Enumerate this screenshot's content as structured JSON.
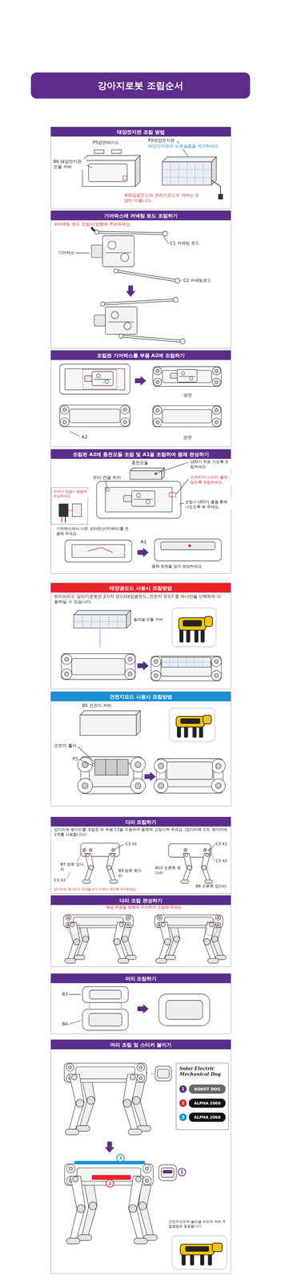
{
  "diagram": {
    "title": "강아지로봇 조립순서",
    "nodes": [
      {
        "text": [
          "태양전지판 조립 방법"
        ]
      },
      {
        "text": [
          "기어박스에 커넥팅 로드 조립하기"
        ]
      },
      {
        "text": [
          "조립된 기어박스를 부품 A2에 조립하기"
        ]
      },
      {
        "text": [
          "조립된 A2에 충전모듈 조립 및 A1을 조립하여 몸체 완성하기"
        ]
      },
      {
        "text": [
          "태양광모드 사용시 조립방법"
        ]
      },
      {
        "text": [
          "건전지모드 사용시 조립방법"
        ]
      },
      {
        "text": [
          "다리 조립하기"
        ]
      },
      {
        "text": [
          "다리 조립 완성하기"
        ]
      },
      {
        "text": [
          "머리 조립하기"
        ]
      },
      {
        "text": [
          "머리 조립 및 스티커 붙이기"
        ]
      },
      {
        "text": [
          "Solar Electric Mechanical Dog"
        ],
        "in": 9
      },
      {
        "text": [
          "1"
        ],
        "in": 10
      },
      {
        "text": [
          "ROBOT DOG"
        ],
        "in": 10
      },
      {
        "text": [
          "2"
        ],
        "in": 10
      },
      {
        "text": [
          "ALPHA 2060"
        ],
        "in": 10
      },
      {
        "text": [
          "3"
        ],
        "in": 10
      },
      {
        "text": [
          "ALPHA 2060"
        ],
        "in": 10
      },
      {
        "text": [
          "3"
        ],
        "in": 9
      },
      {
        "text": [
          "2"
        ],
        "in": 9
      },
      {
        "text": [
          "1"
        ],
        "in": 9
      }
    ],
    "labels": [
      "P2태양전지판",
      "태양전지판의 보호필름을 제거하세요.",
      "P5양면테이프",
      "B6 태양전지판 모듈 커버",
      "※태양광모드와 건전지모드의 커버는 모양이 다릅니다.",
      "※커넥팅 로드 조립시 방향에 주의하세요.",
      "C1 커넥팅 로드",
      "기어박스",
      "C2 커넥팅로드",
      "A2",
      "옆면",
      "정면",
      "충전모듈",
      "LED가 위로 가도록 조립하세요.",
      "모터 연결 위치",
      "스위치가 스위치 홈에 맞도록 조립하세요.",
      "커넥터 연결시 방향에 조심하세요",
      "조립시 LED가 홈을 통해 나오도록 해 주세요.",
      "기어박스에서 나온 모터전선(커넥터)를 연결해 주세요.",
      "A1",
      "몸체 윗면을 덮어 완성하세요.",
      "하이브리드 강아지로봇은 2가지 모드(태양광모드, 건전지 모드) 중 하나만을 선택하여 사용하실 수 있습니다.",
      "솔라셀 모듈 커버",
      "B5 건전지 커버",
      "건전지 홀더",
      "P3",
      "앞다리와 뒷다리를 조립한 뒤 부품 C3을 이용하여 몸체에 고정시켜 주세요. (앞다리에 2개, 뒷다리에 1개를 사용합니다)",
      "C3 X1",
      "C3 X2",
      "B7 왼쪽 앞다리",
      "B9 왼쪽 뒷다리",
      "C3 X1",
      "B10 오른쪽 뒷다리",
      "C3 X2",
      "B8 오른쪽 앞다리",
      "앞다리와 뒷다리의 모양을 보고 바뀌지 않도록 주의하세요.",
      "해당 부품을 방향에 주의하여 조립해 주세요.",
      "B3",
      "B4",
      "건전지모드와 솔라셀 모드의 커버 조립방법은 동일합니다."
    ]
  }
}
